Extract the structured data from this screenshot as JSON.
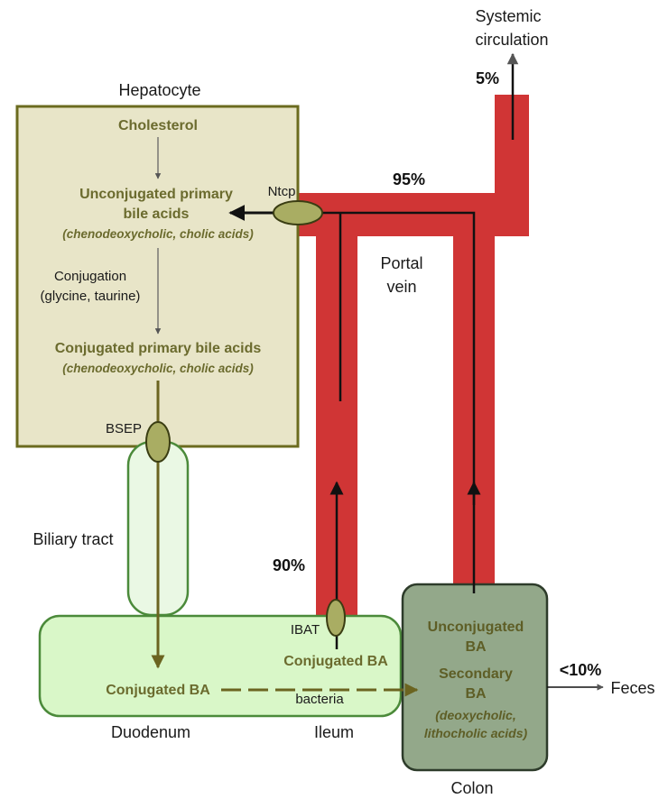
{
  "labels": {
    "systemic_line1": "Systemic",
    "systemic_line2": "circulation",
    "pct_5": "5%",
    "hepatocyte": "Hepatocyte",
    "cholesterol": "Cholesterol",
    "unconj_line1": "Unconjugated primary",
    "unconj_line2": "bile acids",
    "unconj_line3": "(chenodeoxycholic, cholic acids)",
    "ntcp": "Ntcp",
    "pct_95": "95%",
    "portal_line1": "Portal",
    "portal_line2": "vein",
    "conjugation_line1": "Conjugation",
    "conjugation_line2": "(glycine, taurine)",
    "conj_primary_line1": "Conjugated primary bile acids",
    "conj_primary_line2": "(chenodeoxycholic, cholic acids)",
    "bsep": "BSEP",
    "biliary": "Biliary tract",
    "pct_90": "90%",
    "ibat": "IBAT",
    "conj_ba_ileum": "Conjugated BA",
    "conj_ba_duod": "Conjugated BA",
    "bacteria": "bacteria",
    "colon_line1": "Unconjugated",
    "colon_line2": "BA",
    "colon_line3": "Secondary",
    "colon_line4": "BA",
    "colon_line5": "(deoxycholic,",
    "colon_line6": "lithocholic acids)",
    "pct_lt10": "<10%",
    "feces": "Feces",
    "duodenum": "Duodenum",
    "ileum": "Ileum",
    "colon": "Colon"
  },
  "colors": {
    "vein": "#d03535",
    "hepatocyte_fill": "#e8e5c8",
    "hepatocyte_border": "#6b6b1f",
    "intestine_fill": "#d9f7c8",
    "colon_fill": "#93a88a",
    "transporter": "#a9ad63",
    "olive_arrow": "#6b6420"
  }
}
